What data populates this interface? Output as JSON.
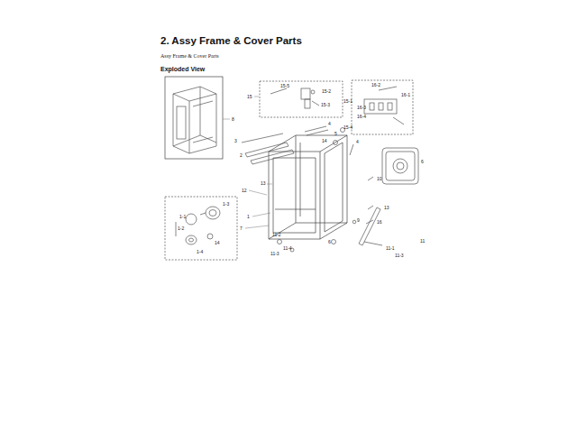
{
  "diagram": {
    "title": "2. Assy Frame & Cover Parts",
    "labels": [
      "Assy Frame & Cover Parts",
      "Exploded View",
      "8",
      "15",
      "15-5",
      "15-2",
      "15-3",
      "15-1",
      "15-4",
      "16-2",
      "16-1",
      "16-3",
      "16-4",
      "3",
      "4",
      "5",
      "14",
      "4",
      "2",
      "6",
      "10",
      "12",
      "13",
      "13",
      "16",
      "1",
      "7",
      "9",
      "11-2",
      "11-4",
      "11-3",
      "6",
      "11",
      "11-1",
      "11-3",
      "1-3",
      "1-1",
      "1-2",
      "14",
      "1-4"
    ]
  }
}
